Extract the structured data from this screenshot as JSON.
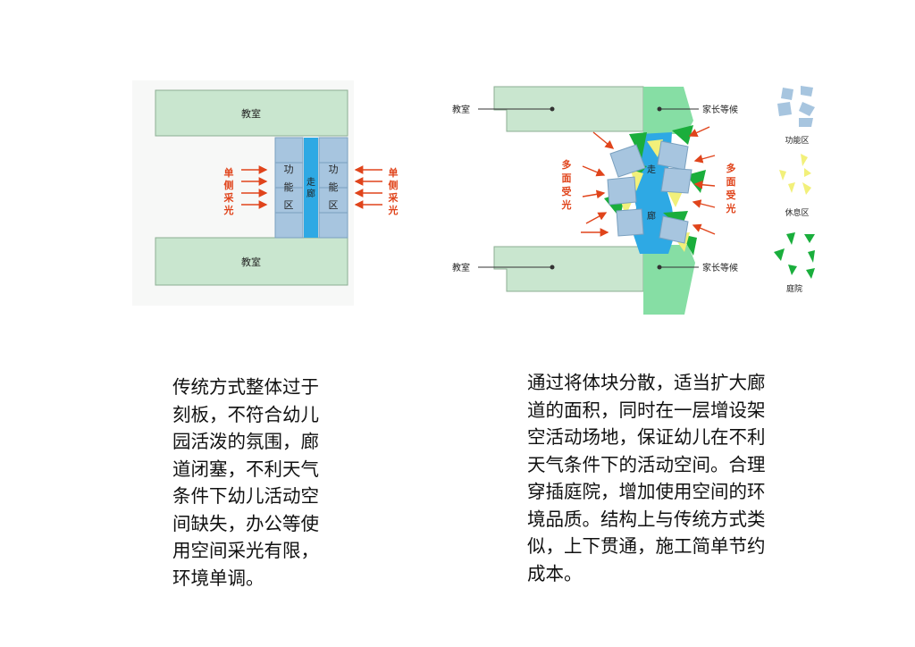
{
  "left_diagram": {
    "classroom_top": "教室",
    "classroom_bottom": "教室",
    "func_left": [
      "功",
      "能",
      "区"
    ],
    "func_right": [
      "功",
      "能",
      "区"
    ],
    "corridor": [
      "走",
      "廊"
    ],
    "light_left": [
      "单",
      "侧",
      "采",
      "光"
    ],
    "light_right": [
      "单",
      "侧",
      "采",
      "光"
    ]
  },
  "right_diagram": {
    "classroom_top": "教室",
    "classroom_bottom": "教室",
    "waiting_top": "家长等候",
    "waiting_bottom": "家长等候",
    "corridor": [
      "走",
      "廊"
    ],
    "light_left": [
      "多",
      "面",
      "受",
      "光"
    ],
    "light_right": [
      "多",
      "面",
      "受",
      "光"
    ]
  },
  "legend": {
    "function": "功能区",
    "rest": "休息区",
    "court": "庭院"
  },
  "colors": {
    "classroom": "#c9e6cf",
    "classroom_stroke": "#8cae93",
    "function": "#a7c5df",
    "corridor": "#2ea9e4",
    "court": "#1aae3c",
    "rest": "#f2f07a",
    "waiting": "#86dea4",
    "arrow": "#e0441b"
  },
  "captions": {
    "left": "传统方式整体过于\n刻板，不符合幼儿\n园活泼的氛围，廊\n道闭塞，不利天气\n条件下幼儿活动空\n间缺失，办公等使\n用空间采光有限，\n环境单调。",
    "right": "通过将体块分散，适当扩大廊\n道的面积，同时在一层增设架\n空活动场地，保证幼儿在不利\n天气条件下的活动空间。合理\n穿插庭院，增加使用空间的环\n境品质。结构上与传统方式类\n似，上下贯通，施工简单节约\n成本。"
  }
}
